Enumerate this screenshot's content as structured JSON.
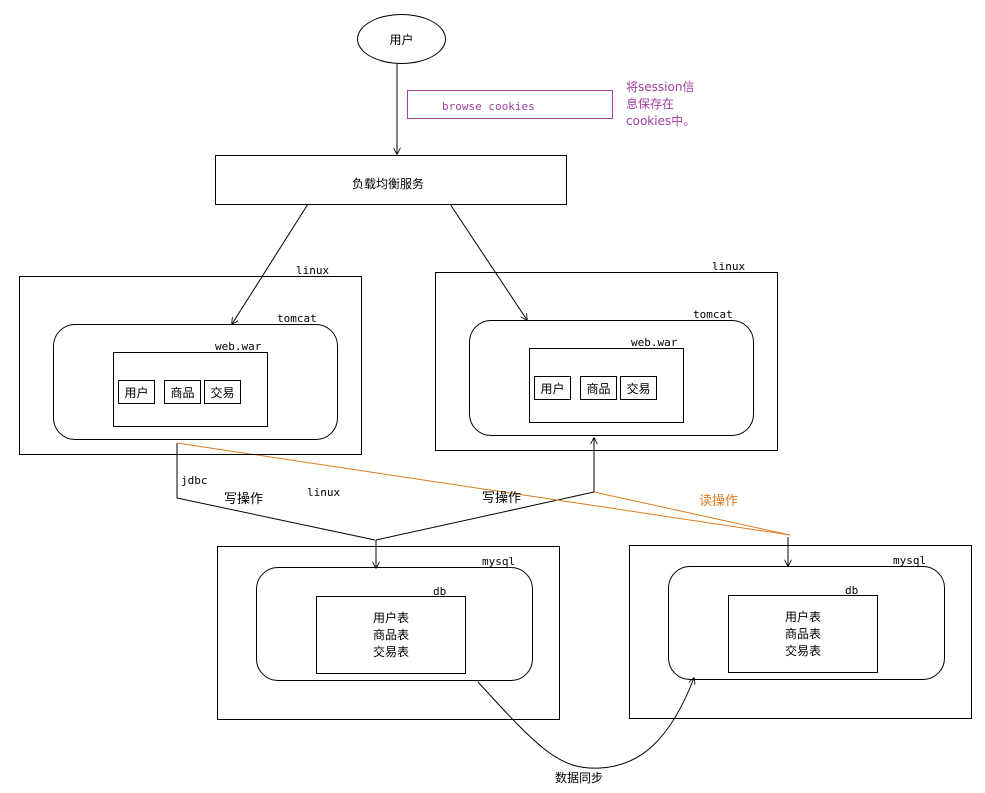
{
  "user": {
    "label": "用户"
  },
  "cookies": {
    "label": "browse cookies",
    "note_lines": [
      "将session信",
      "息保存在",
      "cookies中。"
    ],
    "color": "#a040a0"
  },
  "load_balancer": {
    "label": "负载均衡服务"
  },
  "servers": [
    {
      "linux": "linux",
      "tomcat": "tomcat",
      "war": "web.war",
      "modules": [
        "用户",
        "商品",
        "交易"
      ]
    },
    {
      "linux": "linux",
      "tomcat": "tomcat",
      "war": "web.war",
      "modules": [
        "用户",
        "商品",
        "交易"
      ]
    }
  ],
  "dbs": [
    {
      "mysql": "mysql",
      "db": "db",
      "tables": [
        "用户表",
        "商品表",
        "交易表"
      ]
    },
    {
      "mysql": "mysql",
      "db": "db",
      "tables": [
        "用户表",
        "商品表",
        "交易表"
      ]
    }
  ],
  "edges": {
    "jdbc": "jdbc",
    "write_left": "写操作",
    "linux_mid": "linux",
    "write_right": "写操作",
    "read": "读操作",
    "sync": "数据同步"
  },
  "colors": {
    "read_line": "#e07a1e",
    "read_label": "#e07a1e"
  }
}
